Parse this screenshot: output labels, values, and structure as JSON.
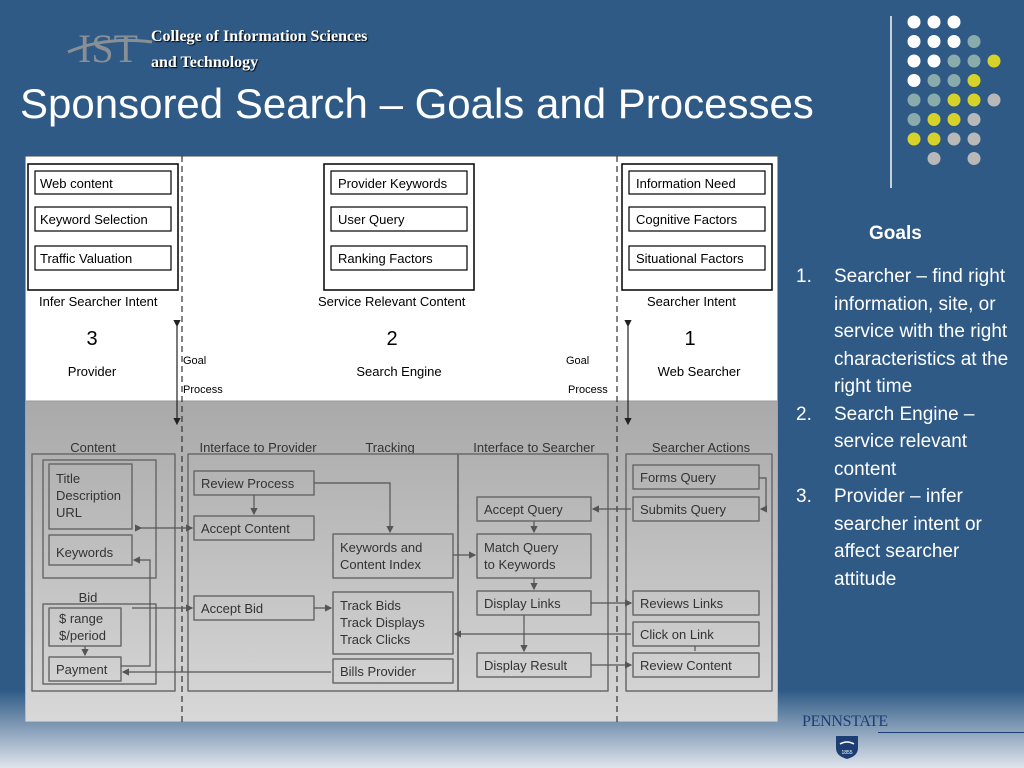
{
  "header": {
    "logo_text": "IST",
    "college_line1": "College of Information Sciences",
    "college_line2": "and Technology",
    "title": "Sponsored Search – Goals and Processes"
  },
  "goals": {
    "title": "Goals",
    "items": [
      {
        "num": "1.",
        "text": "Searcher – find right information, site, or service with the right characteristics at the right time"
      },
      {
        "num": "2.",
        "text": "Search Engine – service relevant content"
      },
      {
        "num": "3.",
        "text": "Provider – infer searcher intent or affect searcher attitude"
      }
    ]
  },
  "footer": {
    "logo_text": "PENNSTATE",
    "year_text": "1855"
  },
  "diagram": {
    "goal_columns": [
      {
        "items": [
          "Web content",
          "Keyword Selection",
          "Traffic Valuation"
        ],
        "label": "Infer Searcher Intent",
        "number": "3",
        "role": "Provider"
      },
      {
        "items": [
          "Provider Keywords",
          "User Query",
          "Ranking Factors"
        ],
        "label": "Service Relevant Content",
        "number": "2",
        "role": "Search Engine"
      },
      {
        "items": [
          "Information Need",
          "Cognitive Factors",
          "Situational Factors"
        ],
        "label": "Searcher Intent",
        "number": "1",
        "role": "Web Searcher"
      }
    ],
    "goal_label": "Goal",
    "process_label": "Process",
    "process_headers": [
      "Content",
      "Interface to Provider",
      "Tracking",
      "Interface to Searcher",
      "Searcher Actions"
    ],
    "content": {
      "fields": [
        "Title",
        "Description",
        "URL"
      ],
      "keywords": "Keywords",
      "bid_label": "Bid",
      "bid_fields": [
        "$ range",
        "$/period"
      ],
      "payment": "Payment"
    },
    "interface_provider": [
      "Review Process",
      "Accept Content",
      "Accept Bid"
    ],
    "tracking": {
      "index": [
        "Keywords and",
        "Content Index"
      ],
      "track": [
        "Track Bids",
        "Track Displays",
        "Track Clicks"
      ],
      "bills": "Bills Provider"
    },
    "interface_searcher": {
      "accept": "Accept Query",
      "match": [
        "Match Query",
        "to Keywords"
      ],
      "display_links": "Display Links",
      "display_result": "Display Result"
    },
    "searcher_actions": [
      "Forms Query",
      "Submits Query",
      "Reviews Links",
      "Click on Link",
      "Review Content"
    ]
  },
  "colors": {
    "background": "#2f5a86",
    "dot_white": "#ffffff",
    "dot_teal": "#8aabab",
    "dot_yellow": "#d6d22a",
    "dot_gray": "#b8b8b8"
  }
}
